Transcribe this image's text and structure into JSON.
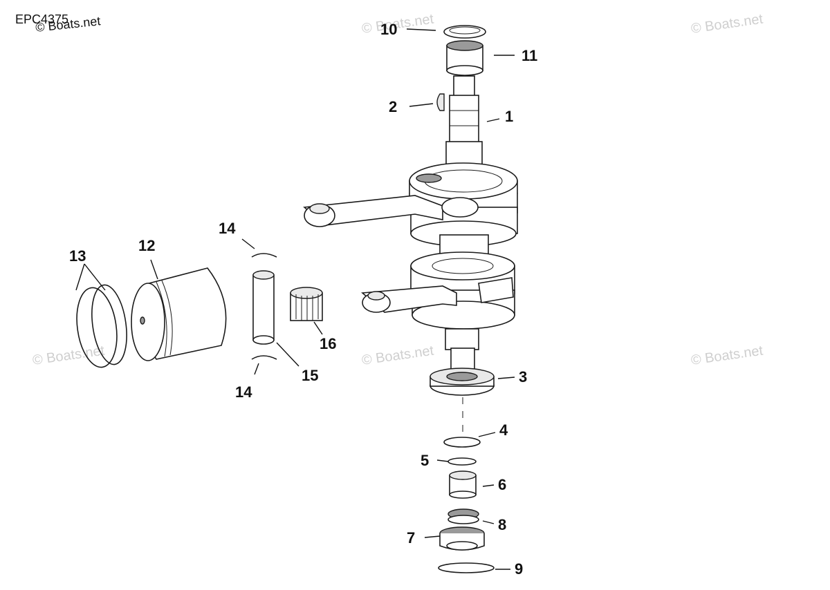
{
  "diagram": {
    "code": "EPC4375",
    "watermark_text": "© Boats.net",
    "callouts": {
      "c1": "1",
      "c2": "2",
      "c3": "3",
      "c4": "4",
      "c5": "5",
      "c6": "6",
      "c7": "7",
      "c8": "8",
      "c9": "9",
      "c10": "10",
      "c11": "11",
      "c12": "12",
      "c13": "13",
      "c14a": "14",
      "c14b": "14",
      "c15": "15",
      "c16": "16"
    }
  }
}
